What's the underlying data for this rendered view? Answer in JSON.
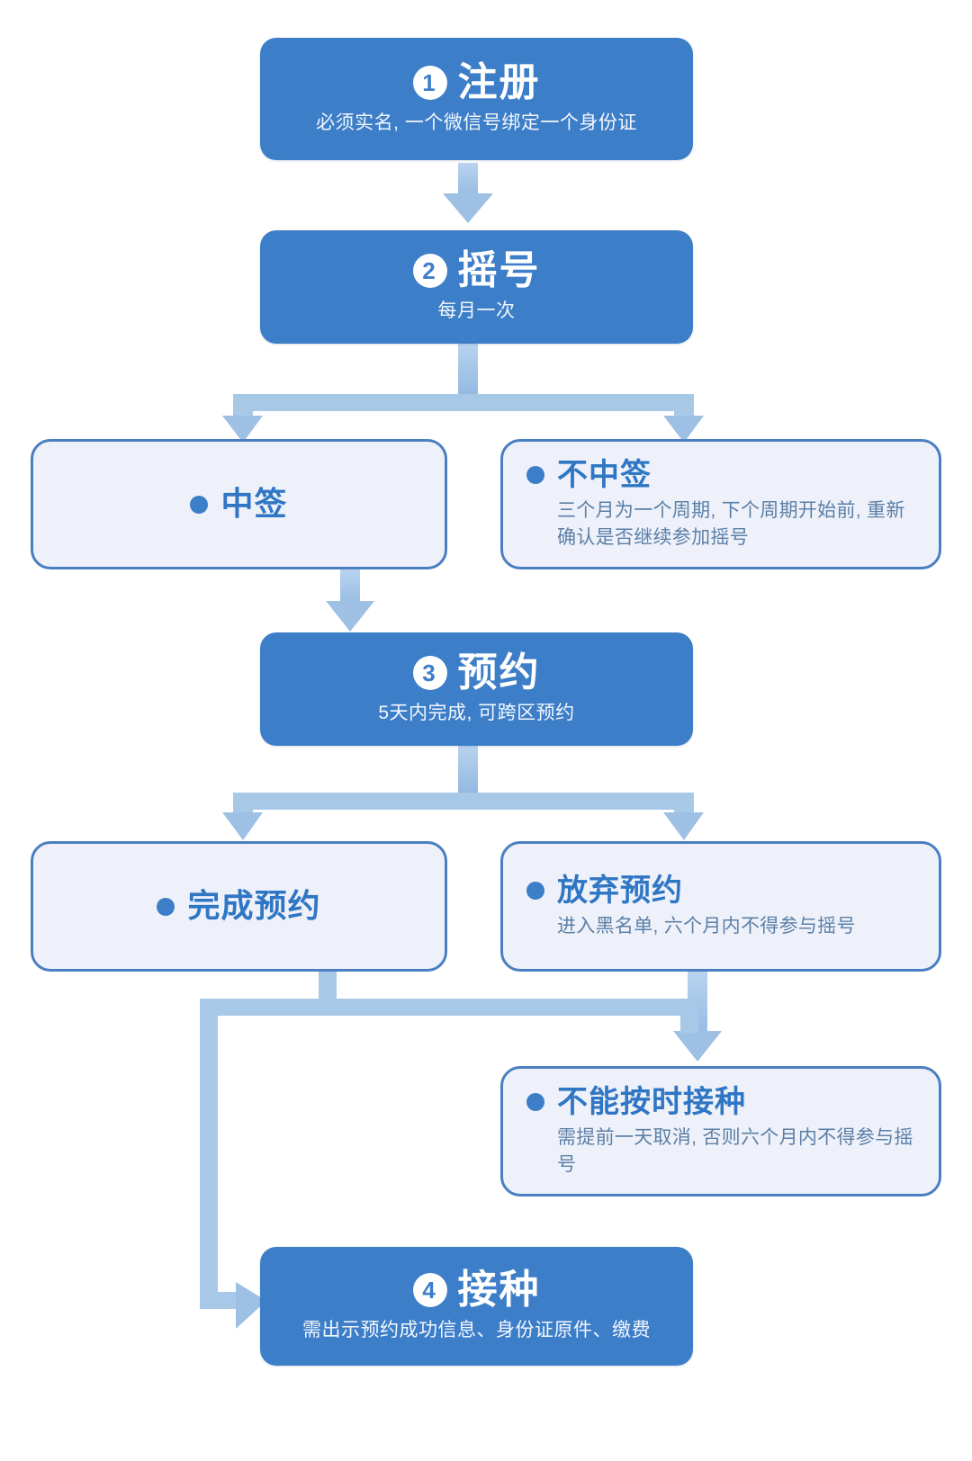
{
  "diagram": {
    "type": "flowchart",
    "title_visible": false,
    "background_color": "#ffffff",
    "colors": {
      "primary_fill": "#3d7ec8",
      "primary_text": "#ffffff",
      "outcome_fill": "#eef1fa",
      "outcome_border": "#4a7fc1",
      "outcome_title": "#2f76c4",
      "outcome_desc": "#5b7fa6",
      "connector": "#9dc0e4",
      "bullet": "#3d7ec8"
    }
  },
  "steps": [
    {
      "number": "1",
      "title": "注册",
      "subtitle": "必须实名, 一个微信号绑定一个身份证"
    },
    {
      "number": "2",
      "title": "摇号",
      "subtitle": "每月一次"
    },
    {
      "number": "3",
      "title": "预约",
      "subtitle": "5天内完成, 可跨区预约"
    },
    {
      "number": "4",
      "title": "接种",
      "subtitle": "需出示预约成功信息、身份证原件、缴费"
    }
  ],
  "outcomes": [
    {
      "id": "win",
      "title": "中签",
      "desc": ""
    },
    {
      "id": "lose",
      "title": "不中签",
      "desc": "三个月为一个周期, 下个周期开始前, 重新确认是否继续参加摇号"
    },
    {
      "id": "booked",
      "title": "完成预约",
      "desc": ""
    },
    {
      "id": "abandon",
      "title": "放弃预约",
      "desc": "进入黑名单, 六个月内不得参与摇号"
    },
    {
      "id": "late",
      "title": "不能按时接种",
      "desc": "需提前一天取消, 否则六个月内不得参与摇号"
    }
  ]
}
